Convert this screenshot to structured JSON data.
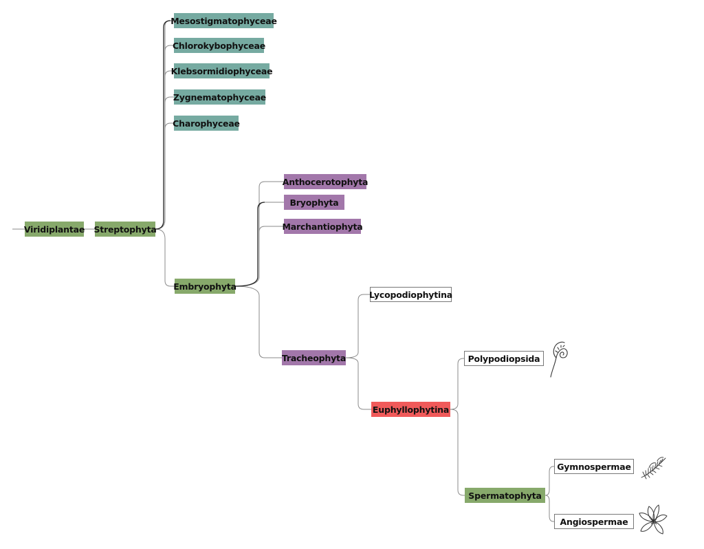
{
  "tree": {
    "root": "Viridiplantae",
    "streptophyta": "Streptophyta",
    "streptophyta_children": [
      "Mesostigmatophyceae",
      "Chlorokybophyceae",
      "Klebsormidiophyceae",
      "Zygnematophyceae",
      "Charophyceae"
    ],
    "embryophyta": "Embryophyta",
    "embryophyta_children": [
      "Anthocerotophyta",
      "Bryophyta",
      "Marchantiophyta"
    ],
    "tracheophyta": "Tracheophyta",
    "lycopodiophytina": "Lycopodiophytina",
    "euphyllophytina": "Euphyllophytina",
    "polypodiopsida": "Polypodiopsida",
    "spermatophyta": "Spermatophyta",
    "gymnospermae": "Gymnospermae",
    "angiospermae": "Angiospermae"
  },
  "icons": {
    "fern": "fiddlehead-fern-icon",
    "conifer": "conifer-branch-icon",
    "flower": "magnolia-flower-icon"
  },
  "colors": {
    "green": "#87a96b",
    "teal": "#76aaa1",
    "purple": "#a277aa",
    "red": "#f05a5a",
    "line": "#8a8a8a"
  }
}
